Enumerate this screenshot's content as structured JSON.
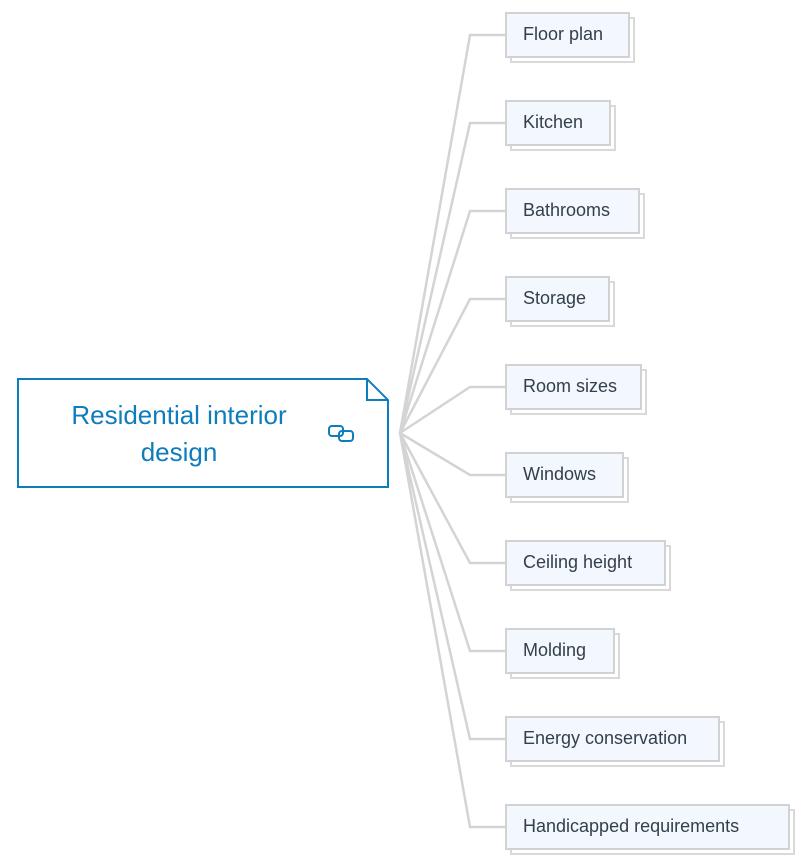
{
  "root": {
    "label": "Residential interior design",
    "icon": "linked-topic-icon",
    "accent_color": "#0f7dbb"
  },
  "branches": [
    {
      "label": "Floor plan"
    },
    {
      "label": "Kitchen"
    },
    {
      "label": "Bathrooms"
    },
    {
      "label": "Storage"
    },
    {
      "label": "Room sizes"
    },
    {
      "label": "Windows"
    },
    {
      "label": "Ceiling height"
    },
    {
      "label": "Molding"
    },
    {
      "label": "Energy conservation"
    },
    {
      "label": "Handicapped requirements"
    }
  ],
  "colors": {
    "connector": "#d4d4d4",
    "branch_fill": "#f2f8fd",
    "branch_border": "#d2d2d2",
    "branch_text": "#333f4a"
  }
}
